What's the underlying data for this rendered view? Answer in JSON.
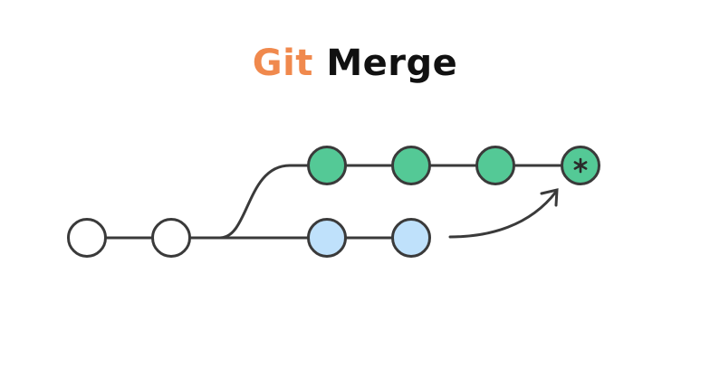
{
  "title": {
    "accent": "Git",
    "main": "Merge"
  },
  "colors": {
    "title_accent": "#f0894d",
    "title_main": "#111111",
    "stroke": "#3a3a3a",
    "base_commit_fill": "#ffffff",
    "feature_commit_fill": "#54c996",
    "main_commit_fill": "#bfe1fb",
    "merge_commit_fill": "#54c996"
  },
  "diagram": {
    "base_commits": 2,
    "feature_branch_commits": 3,
    "main_branch_commits": 2,
    "merge_commit_icon": "asterisk-icon",
    "merge_arrow_icon": "curved-arrow-icon"
  }
}
